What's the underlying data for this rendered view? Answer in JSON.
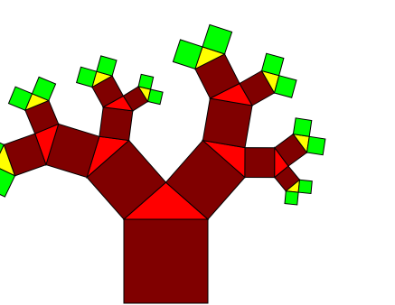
{
  "figure": {
    "background": "#ffffff",
    "outline_color": "#000000",
    "levels": [
      {
        "level": 0,
        "square_color": "#800000",
        "triangle_color": "#ff0000"
      },
      {
        "level": 1,
        "square_color": "#800000",
        "triangle_color": "#ff0000"
      },
      {
        "level": 2,
        "square_color": "#800000",
        "triangle_color": "#ff0000"
      },
      {
        "level": 3,
        "square_color": "#800000",
        "triangle_color": "#ffff00"
      },
      {
        "level": 4,
        "square_color": "#00ff00",
        "triangle_color": null
      }
    ]
  }
}
